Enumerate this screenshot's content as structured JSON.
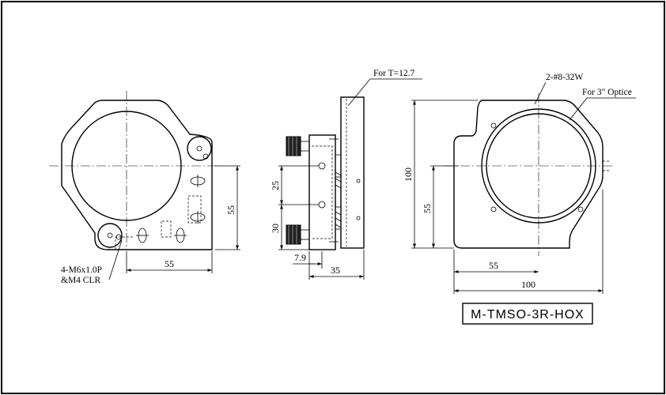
{
  "border_color": "#000000",
  "front_view": {
    "dim_width": "55",
    "dim_height": "55",
    "mount_note_line1": "4-M6x1.0P",
    "mount_note_line2": "&M4 CLR"
  },
  "side_view": {
    "thickness_note": "For T=12.7",
    "dim_25": "25",
    "dim_30": "30",
    "dim_7_9": "7.9",
    "dim_35": "35"
  },
  "rear_view": {
    "tap_note": "2-#8-32W",
    "optic_note": "For 3\" Optice",
    "dim_overall_height": "100",
    "dim_height": "55",
    "dim_width": "55",
    "dim_overall_width": "100"
  },
  "part_number": "M-TMSO-3R-HOX"
}
